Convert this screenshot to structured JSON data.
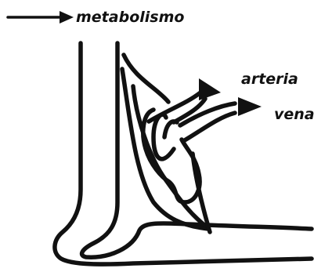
{
  "labels": {
    "metabolismo": "metabolismo",
    "arteria": "arteria",
    "vena": "vena"
  },
  "colors": {
    "ink": "#111111",
    "background": "#ffffff"
  }
}
